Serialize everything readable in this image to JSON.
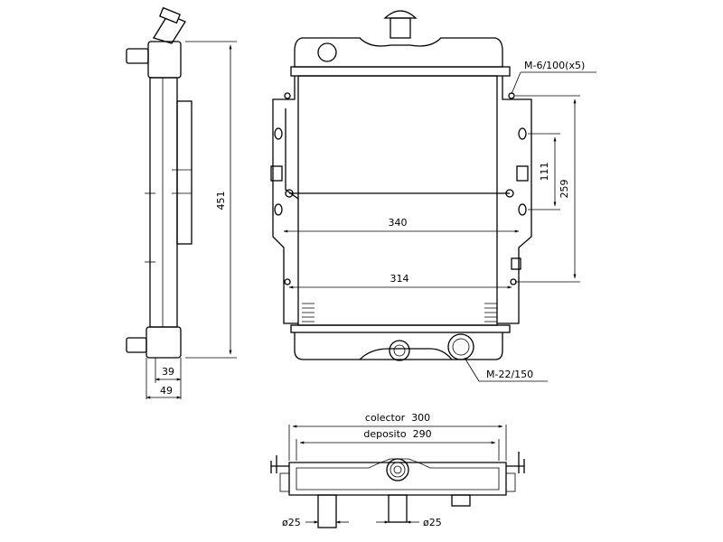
{
  "dimensions": {
    "height": "451",
    "depth_39": "39",
    "depth_49": "49",
    "width_340": "340",
    "width_314": "314",
    "spacing_111": "111",
    "spacing_259": "259",
    "collector": "colector  300",
    "tank": "deposito  290",
    "pipe_left": "ø25",
    "pipe_right": "ø25"
  },
  "callouts": {
    "mount_thread": "M-6/100(x5)",
    "drain_thread": "M-22/150"
  }
}
